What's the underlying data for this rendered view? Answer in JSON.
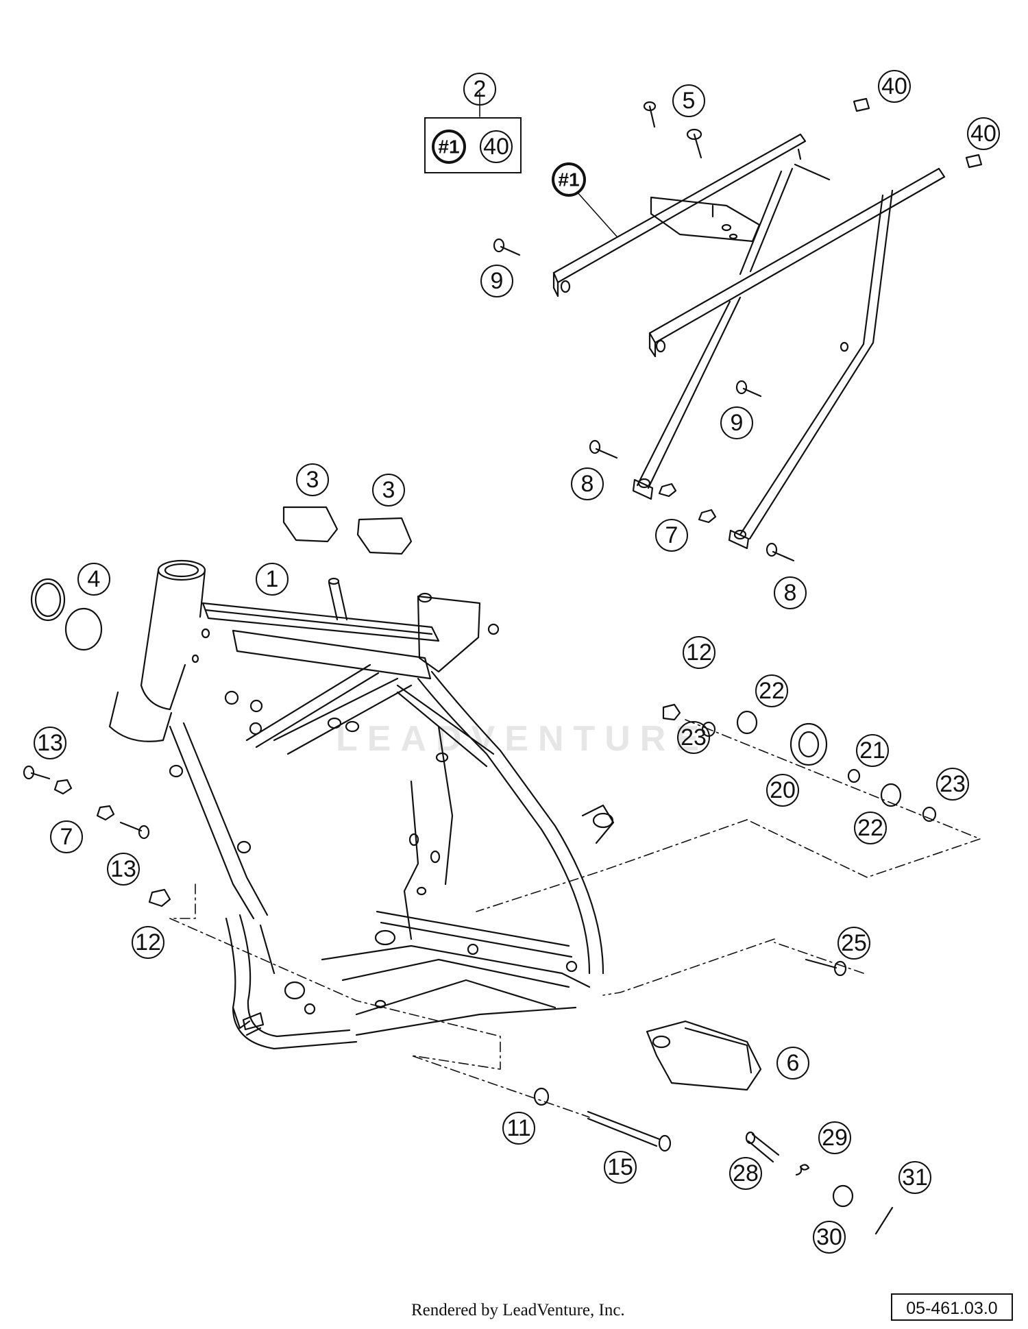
{
  "watermark": "LEADVENTURE",
  "footer": {
    "rendered_by": "Rendered by LeadVenture, Inc.",
    "diagram_code": "05-461.03.0"
  },
  "callouts": {
    "c2": "2",
    "c2_ref": "#1",
    "c2_ref40": "40",
    "c5": "5",
    "c40a": "40",
    "c40b": "40",
    "csub": "#1",
    "c9a": "9",
    "c9b": "9",
    "c8a": "8",
    "c7a": "7",
    "c8b": "8",
    "c3a": "3",
    "c3b": "3",
    "c4": "4",
    "c1": "1",
    "c12a": "12",
    "c22a": "22",
    "c23a": "23",
    "c21": "21",
    "c20": "20",
    "c23b": "23",
    "c22b": "22",
    "c13a": "13",
    "c7b": "7",
    "c13b": "13",
    "c12b": "12",
    "c25": "25",
    "c6": "6",
    "c11": "11",
    "c15": "15",
    "c29": "29",
    "c28": "28",
    "c31": "31",
    "c30": "30"
  }
}
